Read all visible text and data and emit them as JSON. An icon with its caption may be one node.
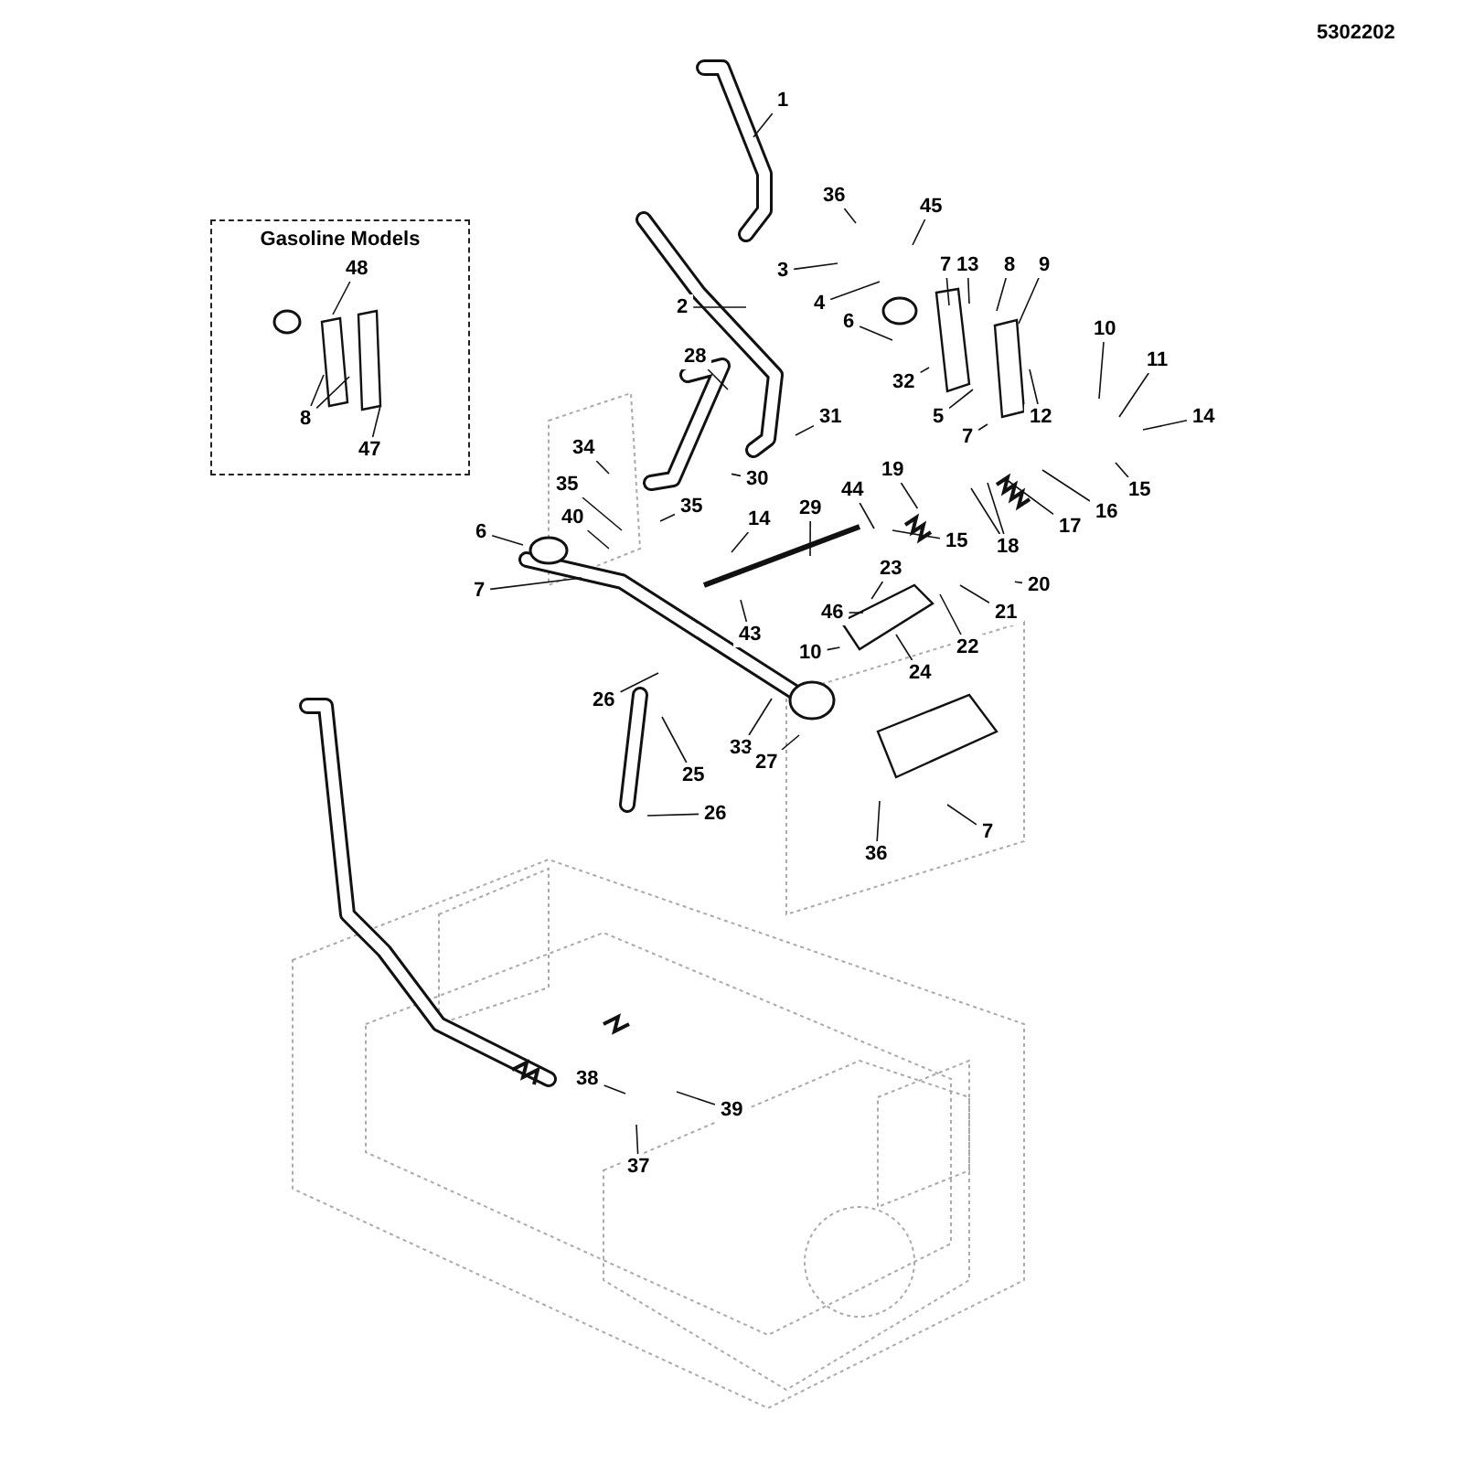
{
  "diagram": {
    "nodes": [
      {
        "text": [
          "Gasoline Models"
        ]
      },
      {
        "text": [
          "48"
        ],
        "in": 0
      },
      {
        "text": [
          "8"
        ],
        "in": 0
      },
      {
        "text": [
          "47"
        ],
        "in": 0
      },
      {
        "text": [
          "1"
        ]
      },
      {
        "text": [
          "36"
        ]
      },
      {
        "text": [
          "45"
        ]
      },
      {
        "text": [
          "3"
        ]
      },
      {
        "text": [
          "7"
        ]
      },
      {
        "text": [
          "13"
        ]
      },
      {
        "text": [
          "8"
        ]
      },
      {
        "text": [
          "9"
        ]
      },
      {
        "text": [
          "4"
        ]
      },
      {
        "text": [
          "6"
        ]
      },
      {
        "text": [
          "2"
        ]
      },
      {
        "text": [
          "28"
        ]
      },
      {
        "text": [
          "10"
        ]
      },
      {
        "text": [
          "11"
        ]
      },
      {
        "text": [
          "32"
        ]
      },
      {
        "text": [
          "5"
        ]
      },
      {
        "text": [
          "12"
        ]
      },
      {
        "text": [
          "31"
        ]
      },
      {
        "text": [
          "14"
        ]
      },
      {
        "text": [
          "7"
        ]
      },
      {
        "text": [
          "34"
        ]
      },
      {
        "text": [
          "30"
        ]
      },
      {
        "text": [
          "35"
        ]
      },
      {
        "text": [
          "19"
        ]
      },
      {
        "text": [
          "44"
        ]
      },
      {
        "text": [
          "35"
        ]
      },
      {
        "text": [
          "14"
        ]
      },
      {
        "text": [
          "29"
        ]
      },
      {
        "text": [
          "40"
        ]
      },
      {
        "text": [
          "15"
        ]
      },
      {
        "text": [
          "16"
        ]
      },
      {
        "text": [
          "17"
        ]
      },
      {
        "text": [
          "18"
        ]
      },
      {
        "text": [
          "6"
        ]
      },
      {
        "text": [
          "15"
        ]
      },
      {
        "text": [
          "7"
        ]
      },
      {
        "text": [
          "43"
        ]
      },
      {
        "text": [
          "23"
        ]
      },
      {
        "text": [
          "20"
        ]
      },
      {
        "text": [
          "21"
        ]
      },
      {
        "text": [
          "46"
        ]
      },
      {
        "text": [
          "10"
        ]
      },
      {
        "text": [
          "22"
        ]
      },
      {
        "text": [
          "24"
        ]
      },
      {
        "text": [
          "26"
        ]
      },
      {
        "text": [
          "33"
        ]
      },
      {
        "text": [
          "27"
        ]
      },
      {
        "text": [
          "25"
        ]
      },
      {
        "text": [
          "26"
        ]
      },
      {
        "text": [
          "36"
        ]
      },
      {
        "text": [
          "7"
        ]
      },
      {
        "text": [
          "38"
        ]
      },
      {
        "text": [
          "39"
        ]
      },
      {
        "text": [
          "37"
        ]
      }
    ],
    "edges": [
      {
        "from": 1,
        "to": null,
        "arrow": "none"
      },
      {
        "from": 2,
        "to": null,
        "arrow": "none"
      },
      {
        "from": 2,
        "to": null,
        "arrow": "none"
      },
      {
        "from": 3,
        "to": null,
        "arrow": "none"
      },
      {
        "from": 4,
        "to": null,
        "arrow": "none"
      },
      {
        "from": 5,
        "to": null,
        "arrow": "none"
      },
      {
        "from": 6,
        "to": null,
        "arrow": "none"
      },
      {
        "from": 7,
        "to": null,
        "arrow": "none"
      },
      {
        "from": 8,
        "to": null,
        "arrow": "none"
      },
      {
        "from": 9,
        "to": null,
        "arrow": "none"
      },
      {
        "from": 10,
        "to": null,
        "arrow": "none"
      },
      {
        "from": 11,
        "to": null,
        "arrow": "none"
      },
      {
        "from": 12,
        "to": null,
        "arrow": "none"
      },
      {
        "from": 13,
        "to": null,
        "arrow": "none"
      },
      {
        "from": 14,
        "to": null,
        "arrow": "none"
      },
      {
        "from": 15,
        "to": null,
        "arrow": "none"
      },
      {
        "from": 16,
        "to": null,
        "arrow": "none"
      },
      {
        "from": 17,
        "to": null,
        "arrow": "none"
      },
      {
        "from": 18,
        "to": null,
        "arrow": "none"
      },
      {
        "from": 19,
        "to": null,
        "arrow": "none"
      },
      {
        "from": 20,
        "to": null,
        "arrow": "none"
      },
      {
        "from": 21,
        "to": null,
        "arrow": "none"
      },
      {
        "from": 22,
        "to": null,
        "arrow": "none"
      },
      {
        "from": 23,
        "to": null,
        "arrow": "none"
      },
      {
        "from": 24,
        "to": null,
        "arrow": "none"
      },
      {
        "from": 25,
        "to": null,
        "arrow": "none"
      },
      {
        "from": 26,
        "to": null,
        "arrow": "none"
      },
      {
        "from": 27,
        "to": null,
        "arrow": "none"
      },
      {
        "from": 28,
        "to": null,
        "arrow": "none"
      },
      {
        "from": 29,
        "to": null,
        "arrow": "none"
      },
      {
        "from": 30,
        "to": null,
        "arrow": "none"
      },
      {
        "from": 31,
        "to": null,
        "arrow": "none"
      },
      {
        "from": 32,
        "to": null,
        "arrow": "none"
      },
      {
        "from": 33,
        "to": null,
        "arrow": "none"
      },
      {
        "from": 34,
        "to": null,
        "arrow": "none"
      },
      {
        "from": 35,
        "to": null,
        "arrow": "none"
      },
      {
        "from": 36,
        "to": null,
        "arrow": "none"
      },
      {
        "from": 36,
        "to": null,
        "arrow": "none"
      },
      {
        "from": 37,
        "to": null,
        "arrow": "none"
      },
      {
        "from": 38,
        "to": null,
        "arrow": "none"
      },
      {
        "from": 39,
        "to": null,
        "arrow": "none"
      },
      {
        "from": 40,
        "to": null,
        "arrow": "none"
      },
      {
        "from": 41,
        "to": null,
        "arrow": "none"
      },
      {
        "from": 42,
        "to": null,
        "arrow": "none"
      },
      {
        "from": 43,
        "to": null,
        "arrow": "none"
      },
      {
        "from": 44,
        "to": null,
        "arrow": "none"
      },
      {
        "from": 45,
        "to": null,
        "arrow": "none"
      },
      {
        "from": 46,
        "to": null,
        "arrow": "none"
      },
      {
        "from": 47,
        "to": null,
        "arrow": "none"
      },
      {
        "from": 48,
        "to": null,
        "arrow": "none"
      },
      {
        "from": 49,
        "to": null,
        "arrow": "none"
      },
      {
        "from": 50,
        "to": null,
        "arrow": "none"
      },
      {
        "from": 51,
        "to": null,
        "arrow": "none"
      },
      {
        "from": 52,
        "to": null,
        "arrow": "none"
      },
      {
        "from": 53,
        "to": null,
        "arrow": "none"
      },
      {
        "from": 54,
        "to": null,
        "arrow": "none"
      },
      {
        "from": 55,
        "to": null,
        "arrow": "none"
      },
      {
        "from": 56,
        "to": null,
        "arrow": "none"
      },
      {
        "from": 57,
        "to": null,
        "arrow": "none"
      }
    ],
    "labels": [
      "5302202"
    ]
  }
}
